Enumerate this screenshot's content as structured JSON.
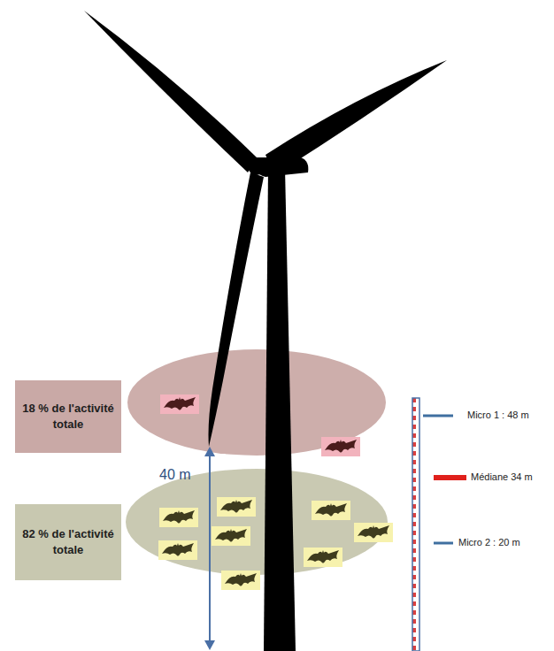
{
  "diagram": {
    "nodes": [
      {
        "text": [
          "18 % de l'activité totale"
        ]
      },
      {
        "text": [
          "82 % de l'activité totale"
        ]
      }
    ],
    "labels": [
      "40 m",
      "Micro 1 : 48 m",
      "Médiane 34 m",
      "Micro 2 : 20 m"
    ]
  }
}
